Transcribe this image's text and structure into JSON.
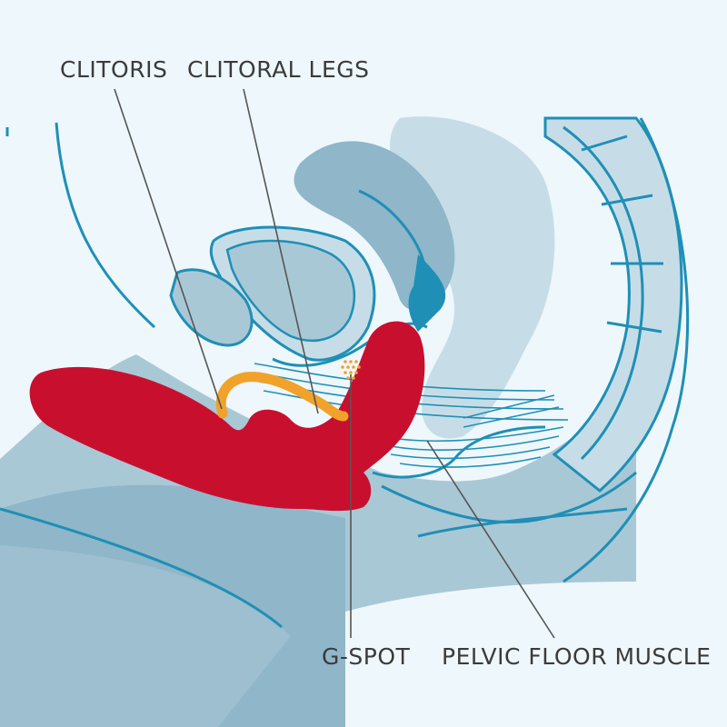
{
  "labels": {
    "clitoris": "CLITORIS",
    "clitoral_legs": "CLITORAL LEGS",
    "g_spot": "G-SPOT",
    "pelvic_floor_muscle": "PELVIC FLOOR MUSCLE"
  },
  "colors": {
    "background": "#eef7fb",
    "tissue_dark": "#8fb6c9",
    "tissue_mid": "#a9c8d6",
    "tissue_light": "#c6dde7",
    "outline": "#1f8fb6",
    "device_red": "#c8102e",
    "clitoris_orange": "#f0a22a",
    "leader_line": "#555555",
    "label_text": "#3b3b3b"
  }
}
